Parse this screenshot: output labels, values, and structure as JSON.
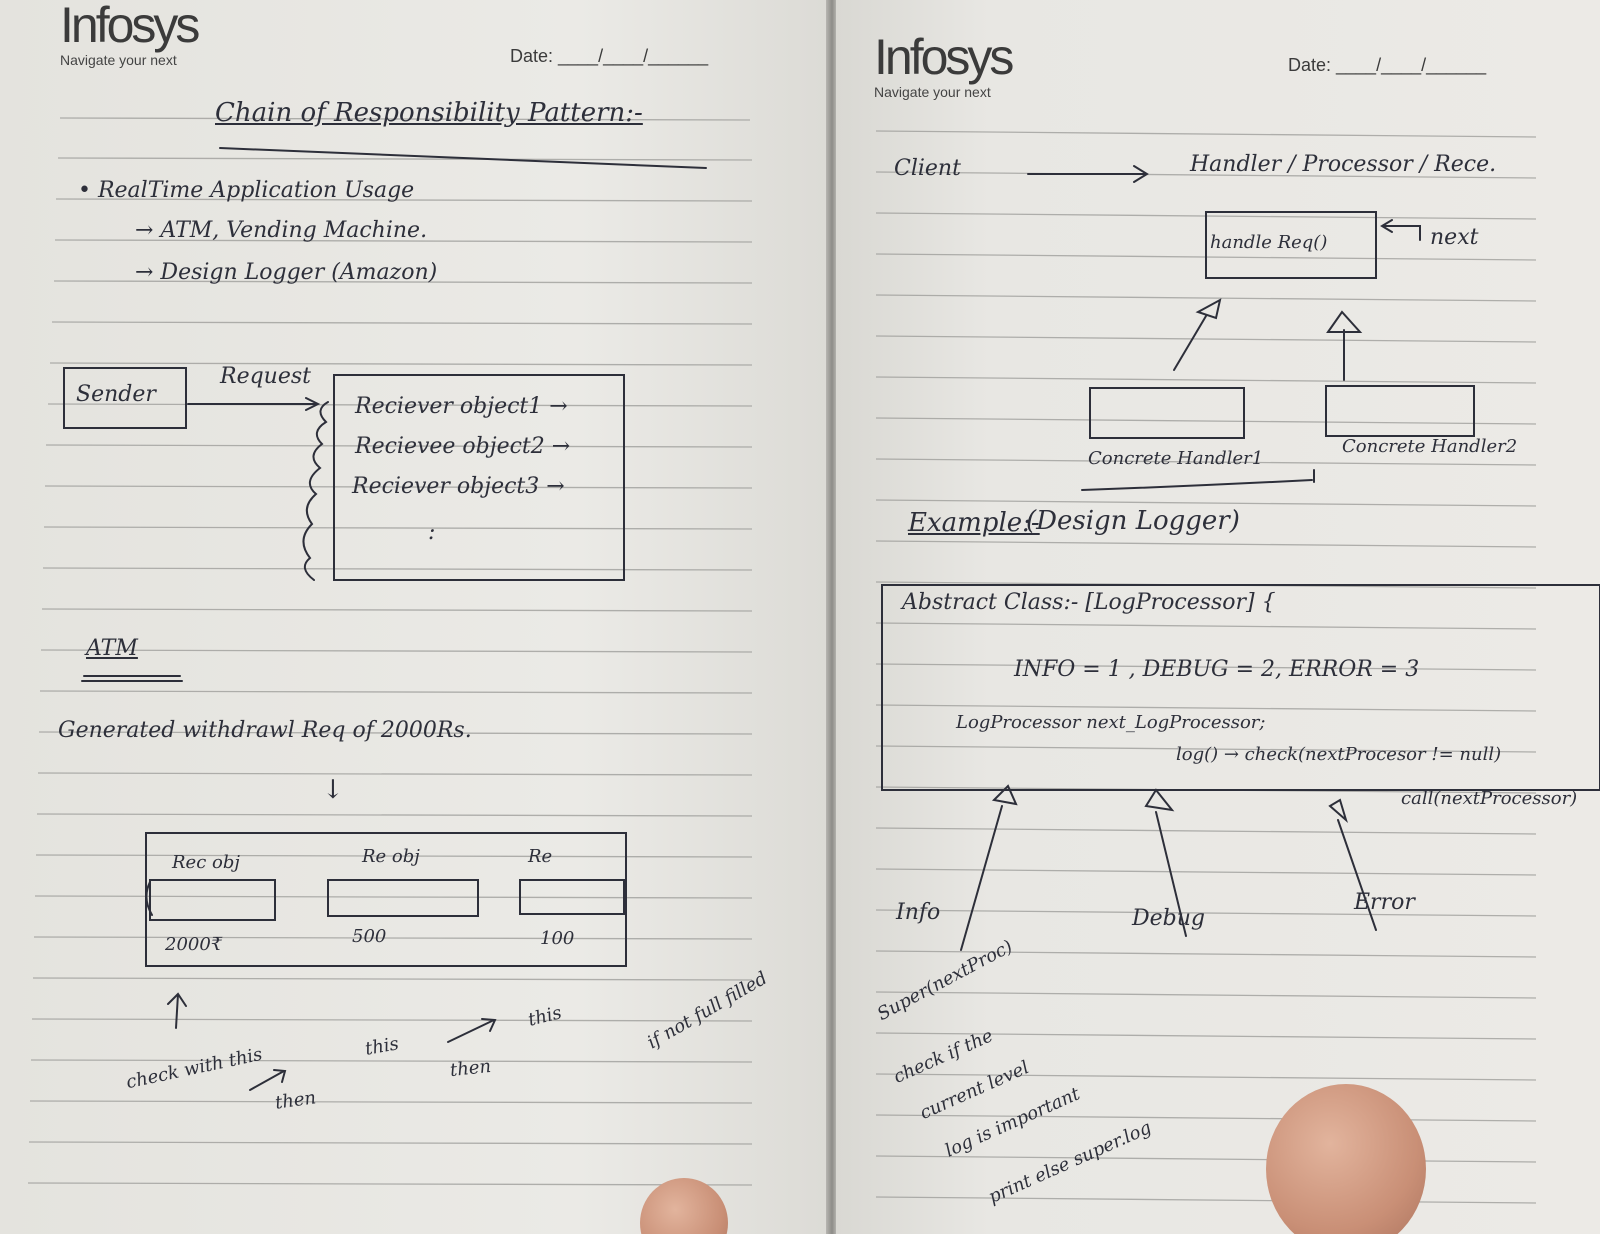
{
  "left_page": {
    "brand": {
      "logo": "Infosys",
      "tagline": "Navigate your next"
    },
    "date_label": "Date: ____/____/______",
    "title": "Chain of Responsibility Pattern:-",
    "usage_heading": "• RealTime Application Usage",
    "usage_items": [
      "→  ATM, Vending Machine.",
      "→  Design Logger (Amazon)"
    ],
    "sender_label": "Sender",
    "request_label": "Request",
    "receivers": [
      "Reciever object1 →",
      "Recievee object2 →",
      "Reciever object3 →",
      ":"
    ],
    "atm_heading": "ATM",
    "atm_text": "Generated withdrawl Req of 2000Rs.",
    "down_arrow": "↓",
    "atm_box_labels": [
      "Rec obj",
      "Re obj",
      "Re"
    ],
    "atm_values": [
      "2000₹",
      "500",
      "100"
    ],
    "notes": [
      "check with this",
      "then",
      "this",
      "then",
      "this",
      "if not full filled"
    ]
  },
  "right_page": {
    "brand": {
      "logo": "Infosys",
      "tagline": "Navigate your next"
    },
    "date_label": "Date: ____/____/______",
    "client_label": "Client",
    "handler_label": "Handler / Processor / Rece.",
    "handle_method": "handle Req()",
    "next_label": "next",
    "concrete_handlers": [
      "Concrete Handler1",
      "Concrete Handler2"
    ],
    "example_heading": "Example:-",
    "example_title": "(Design Logger)",
    "abstract_line": "Abstract Class:- [LogProcessor] {",
    "levels_line": "INFO = 1 ,  DEBUG = 2,  ERROR = 3",
    "next_field": "LogProcessor   next_LogProcessor;",
    "log_method": "log() → check(nextProcesor != null)",
    "call_line": "call(nextProcessor)",
    "subclasses": [
      "Info",
      "Debug",
      "Error"
    ],
    "info_note": "Super(nextProc)",
    "check_note": [
      "check if the",
      "current level",
      "log is important",
      "print  else  super.log"
    ]
  }
}
